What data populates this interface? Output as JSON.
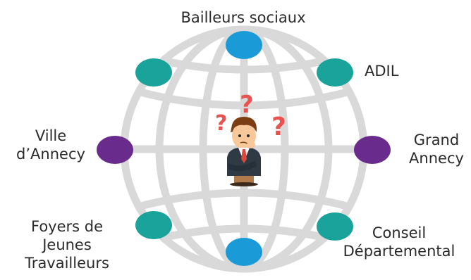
{
  "nodes": [
    {
      "id": "top",
      "lines": [
        "Bailleurs sociaux"
      ],
      "color": "#1a9ad6"
    },
    {
      "id": "top-right",
      "lines": [
        "ADIL"
      ],
      "color": "#1aa39a"
    },
    {
      "id": "right",
      "lines": [
        "Grand",
        "Annecy"
      ],
      "color": "#6a2c8c"
    },
    {
      "id": "bottom-right",
      "lines": [
        "Conseil",
        "Départemental"
      ],
      "color": "#1aa39a"
    },
    {
      "id": "bottom",
      "lines": [],
      "color": "#1a9ad6"
    },
    {
      "id": "bottom-left",
      "lines": [
        "Foyers de",
        "Jeunes",
        "Travailleurs"
      ],
      "color": "#1aa39a"
    },
    {
      "id": "left",
      "lines": [
        "Ville",
        "d’Annecy"
      ],
      "color": "#6a2c8c"
    },
    {
      "id": "top-left",
      "lines": [],
      "color": "#1aa39a"
    }
  ],
  "center": {
    "symbols": [
      "?",
      "?",
      "?"
    ],
    "symbol_color": "#e8534f",
    "icon": "confused-person-icon"
  },
  "globe_color": "#d9d9d9"
}
